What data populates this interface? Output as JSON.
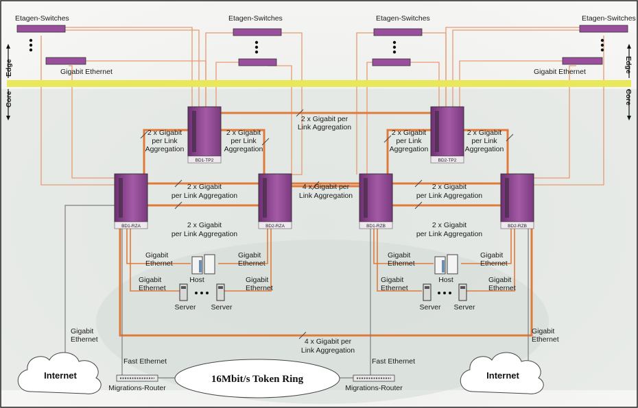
{
  "edge_label": "Edge",
  "core_label": "Core",
  "floor_switches_label": "Etagen-Switches",
  "gigabit_ethernet": "Gigabit Ethernet",
  "gigabit": "Gigabit",
  "ethernet": "Ethernet",
  "fast_ethernet": "Fast Ethernet",
  "agg2_line1": "2 x Gigabit per",
  "agg2_line2": "Link Aggregation",
  "agg2a": "2 x Gigabit",
  "agg2b": "per Link",
  "agg2c": "Aggregation",
  "agg2_wide": "per Link Aggregation",
  "agg4_line1": "4 x Gigabit per",
  "agg4_line2": "Link Aggregation",
  "host_label": "Host",
  "server_label": "Server",
  "internet_label": "Internet",
  "token_ring_label": "16Mbit/s Token Ring",
  "migration_router_label": "Migrations-Router",
  "core_switches": {
    "tp2_1": "BD1-TP2",
    "tp2_2": "BD2-TP2",
    "rza_1": "BD1-RZA",
    "rza_2": "BD2-RZA",
    "rzb_1": "BD1-RZB",
    "rzb_2": "BD2-RZB"
  },
  "colors": {
    "backbone": "#e8e85a",
    "link_orange": "#e07a3a",
    "switch_purple": "#8c3f8c",
    "background_tint": "#dfe4e0"
  }
}
